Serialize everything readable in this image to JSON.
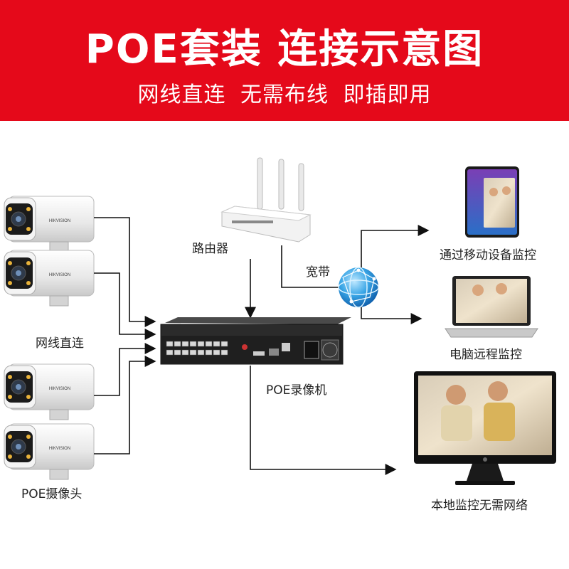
{
  "header": {
    "title": "POE套装  连接示意图",
    "subtitle": "网线直连  无需布线  即插即用"
  },
  "labels": {
    "router": "路由器",
    "broadband": "宽带",
    "cameras_top": "网线直连",
    "cameras_bottom": "POE摄像头",
    "nvr": "POE录像机",
    "mobile": "通过移动设备监控",
    "pc": "电脑远程监控",
    "local": "本地监控无需网络"
  },
  "camera_brand": "HIKVISION",
  "colors": {
    "banner": "#e5091a",
    "line": "#111111"
  }
}
